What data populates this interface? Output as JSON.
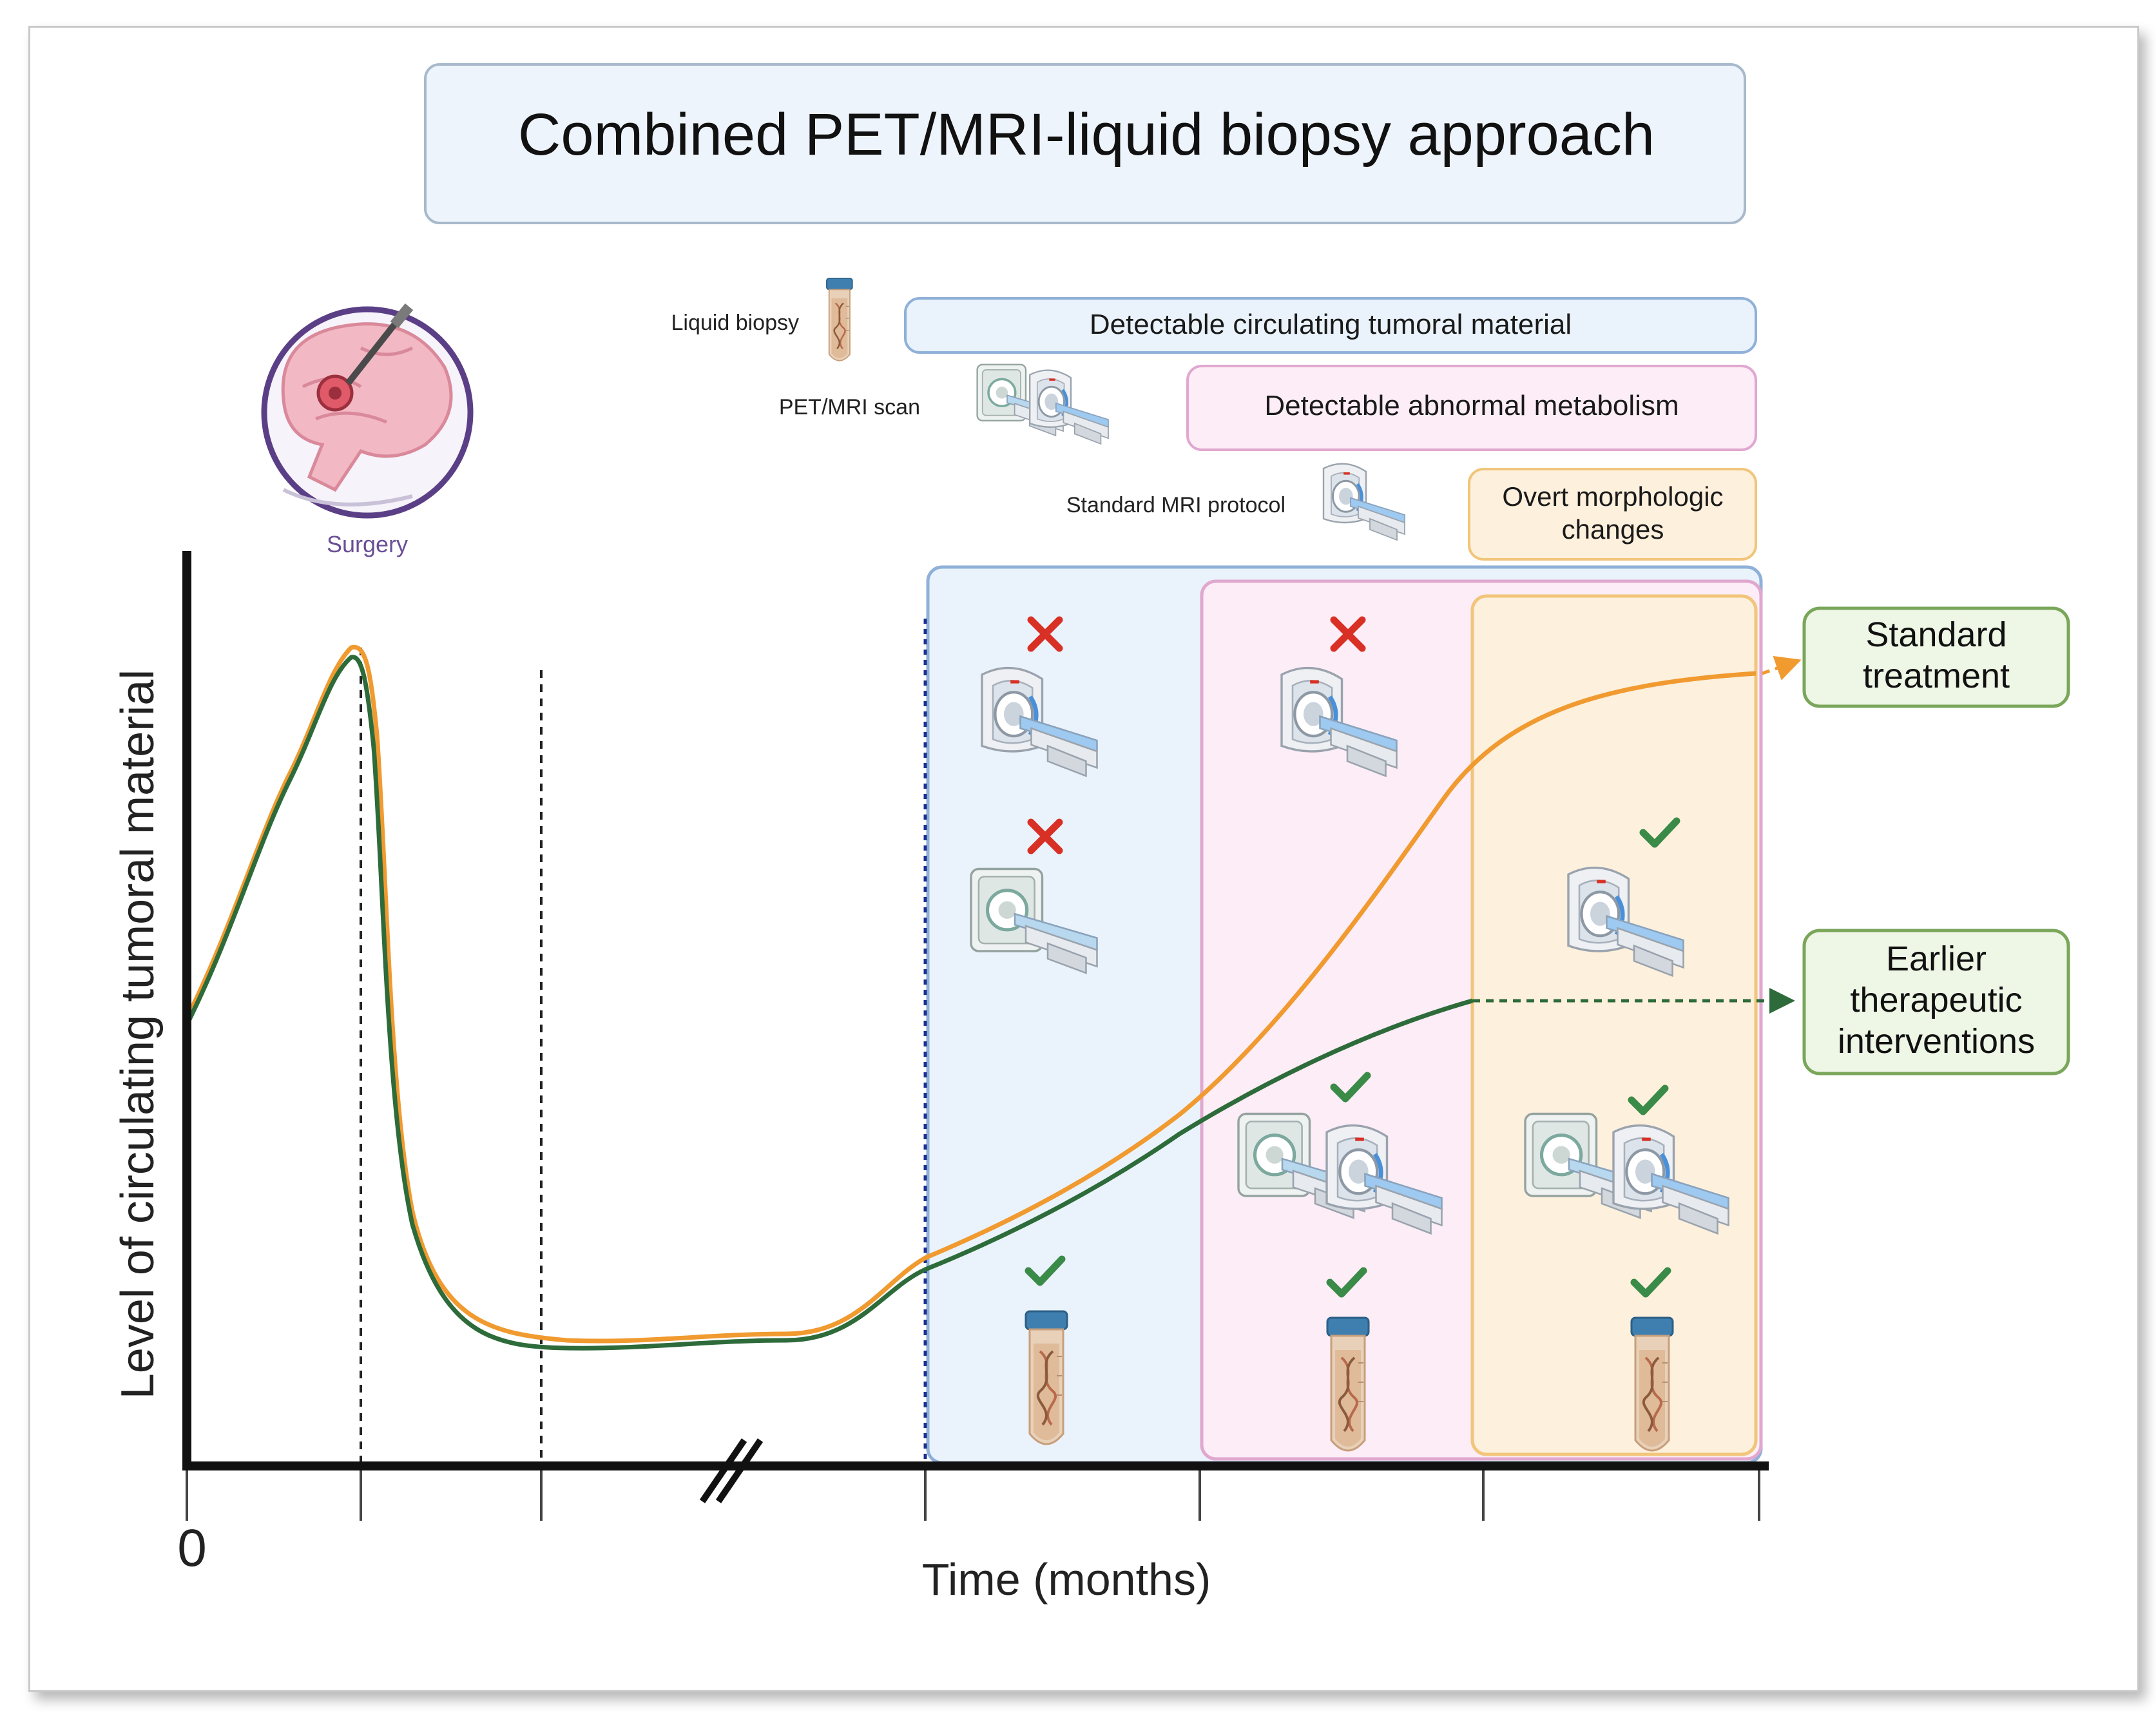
{
  "title": "Combined PET/MRI-liquid biopsy approach",
  "surgery_label": "Surgery",
  "legend": {
    "liquid_biopsy": "Liquid biopsy",
    "pet_mri": "PET/MRI scan",
    "standard_mri": "Standard MRI protocol"
  },
  "bands": {
    "circulating": "Detectable circulating tumoral material",
    "metabolism": "Detectable abnormal metabolism",
    "morphologic_line1": "Overt morphologic",
    "morphologic_line2": "changes"
  },
  "outcomes": {
    "standard_line1": "Standard",
    "standard_line2": "treatment",
    "earlier_line1": "Earlier",
    "earlier_line2": "therapeutic",
    "earlier_line3": "interventions"
  },
  "axes": {
    "ylabel": "Level of circulating tumoral material",
    "xlabel": "Time (months)",
    "x_origin_label": "0"
  },
  "colors": {
    "orange_curve": "#f09a30",
    "green_curve": "#2e6b3a",
    "blue_band": "#eaf3fc",
    "blue_border": "#8fb0d8",
    "pink_band": "#fcedf7",
    "pink_border": "#e0a8cf",
    "orange_band": "#fdf0dd",
    "orange_border": "#f1c57a",
    "title_box": "#eef4fb",
    "outcome_box": "#eef6e6",
    "outcome_border": "#7aa65a",
    "cross": "#d93025",
    "check": "#3a8a48",
    "surgery_ring": "#5b3f86"
  },
  "icons": {
    "stage1": [
      "cross-icon",
      "mri-scanner-icon",
      "cross-icon",
      "pet-scanner-icon",
      "check-icon",
      "blood-tube-icon"
    ],
    "stage2": [
      "cross-icon",
      "mri-scanner-icon",
      "check-icon",
      "pet-mri-scanner-icon",
      "check-icon",
      "blood-tube-icon"
    ],
    "stage3": [
      "check-icon",
      "mri-scanner-icon",
      "check-icon",
      "pet-mri-scanner-icon",
      "check-icon",
      "blood-tube-icon"
    ]
  }
}
